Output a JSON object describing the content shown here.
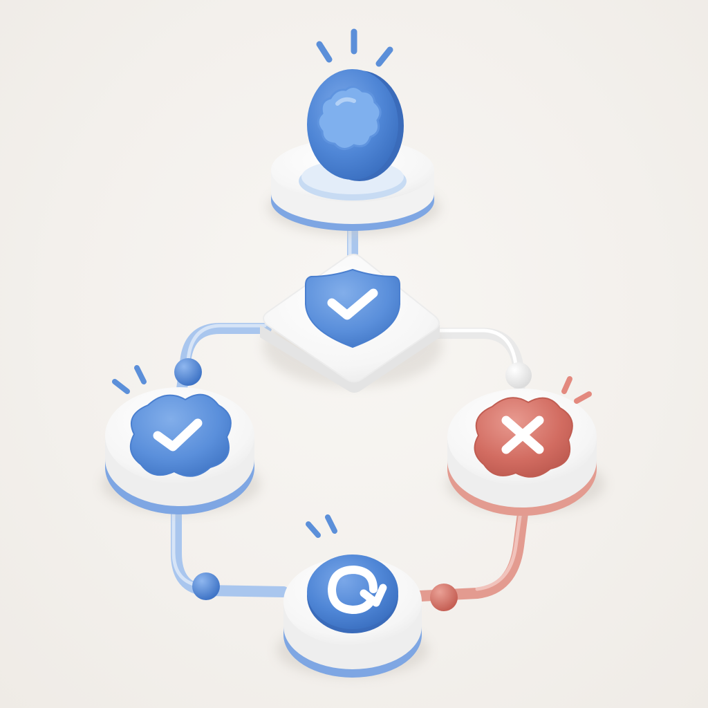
{
  "diagram": {
    "type": "workflow-cycle",
    "nodes": [
      {
        "id": "start",
        "icon": "badge-star-icon",
        "state": "active",
        "color": "#4f86d6"
      },
      {
        "id": "decision",
        "icon": "shield-check-icon",
        "state": "decision",
        "color": "#5b8fd9"
      },
      {
        "id": "approved",
        "icon": "check-badge-icon",
        "state": "success",
        "color": "#5b8fd9"
      },
      {
        "id": "rejected",
        "icon": "x-badge-icon",
        "state": "error",
        "color": "#d66e63"
      },
      {
        "id": "retry",
        "icon": "refresh-icon",
        "state": "loop",
        "color": "#4f86d6"
      }
    ],
    "edges": [
      {
        "from": "start",
        "to": "decision",
        "status": "neutral"
      },
      {
        "from": "decision",
        "to": "approved",
        "status": "success"
      },
      {
        "from": "decision",
        "to": "rejected",
        "status": "neutral"
      },
      {
        "from": "approved",
        "to": "retry",
        "status": "success"
      },
      {
        "from": "rejected",
        "to": "retry",
        "status": "error"
      }
    ]
  },
  "colors": {
    "background": "#f4f1ed",
    "primary_blue": "#4f86d6",
    "light_blue": "#a9c6ee",
    "error_red": "#d66e63",
    "light_red": "#e39b90",
    "node_white": "#fbfbfb"
  }
}
